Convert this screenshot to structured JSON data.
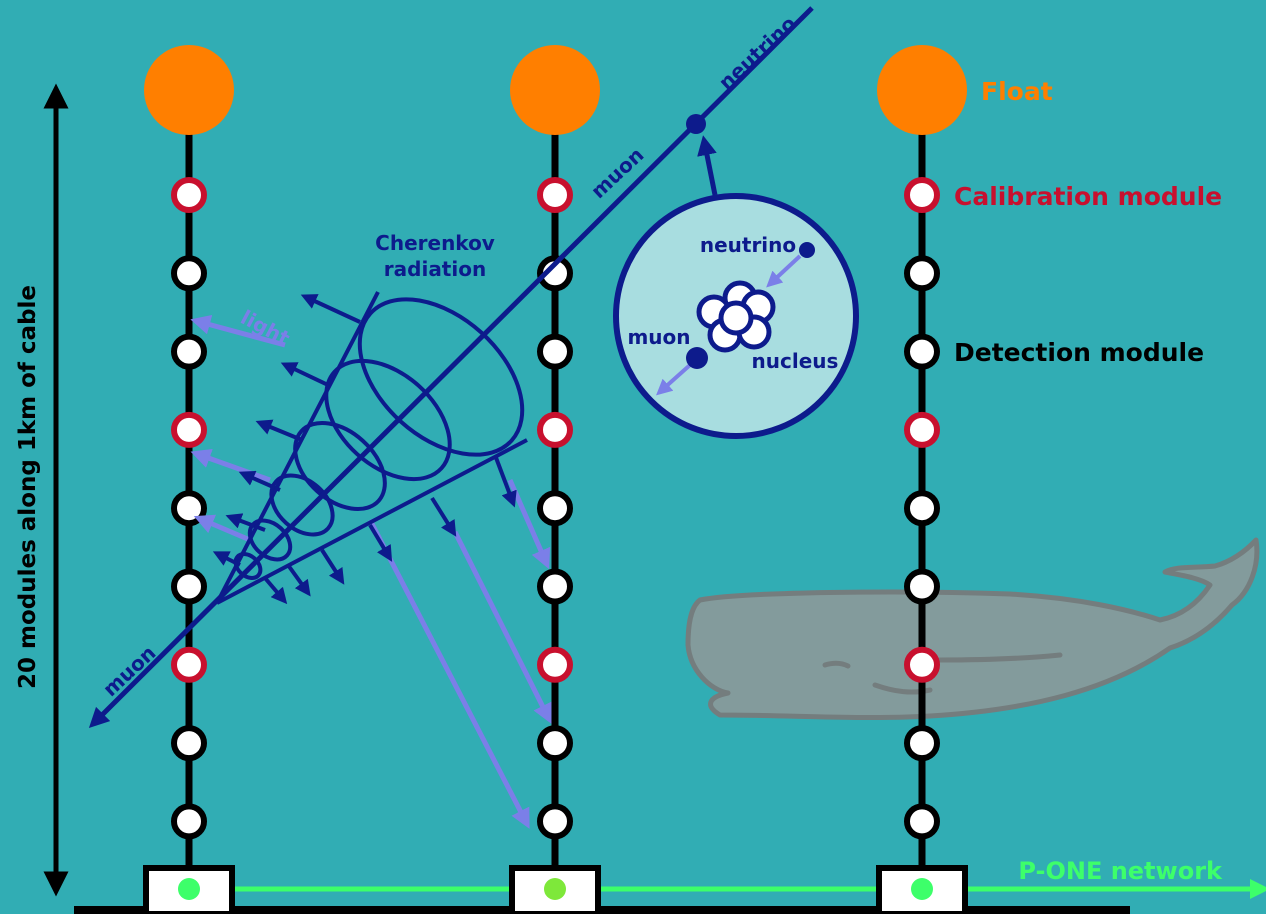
{
  "vertical_axis": {
    "label": "20 modules along 1km of cable"
  },
  "legend": {
    "float": "Float",
    "calibration_module": "Calibration module",
    "detection_module": "Detection module"
  },
  "network": {
    "label": "P-ONE network"
  },
  "track": {
    "neutrino_label": "neutrino",
    "muon_upper_label": "muon",
    "muon_lower_label": "muon"
  },
  "cherenkov": {
    "label_line1": "Cherenkov",
    "label_line2": "radiation",
    "light_label": "light"
  },
  "interaction_inset": {
    "neutrino": "neutrino",
    "muon": "muon",
    "nucleus": "nucleus"
  },
  "modules_pattern": [
    "calibration",
    "detection",
    "detection",
    "calibration",
    "detection",
    "detection",
    "calibration",
    "detection",
    "detection"
  ],
  "colors": {
    "water": "#31adb4",
    "float": "#ff7f00",
    "calibration": "#c8102e",
    "track": "#0d1b8c",
    "light": "#7b7fe8",
    "network": "#3dff6a",
    "inset_fill": "#a8dde0"
  },
  "icons": [
    "sperm-whale-icon"
  ]
}
